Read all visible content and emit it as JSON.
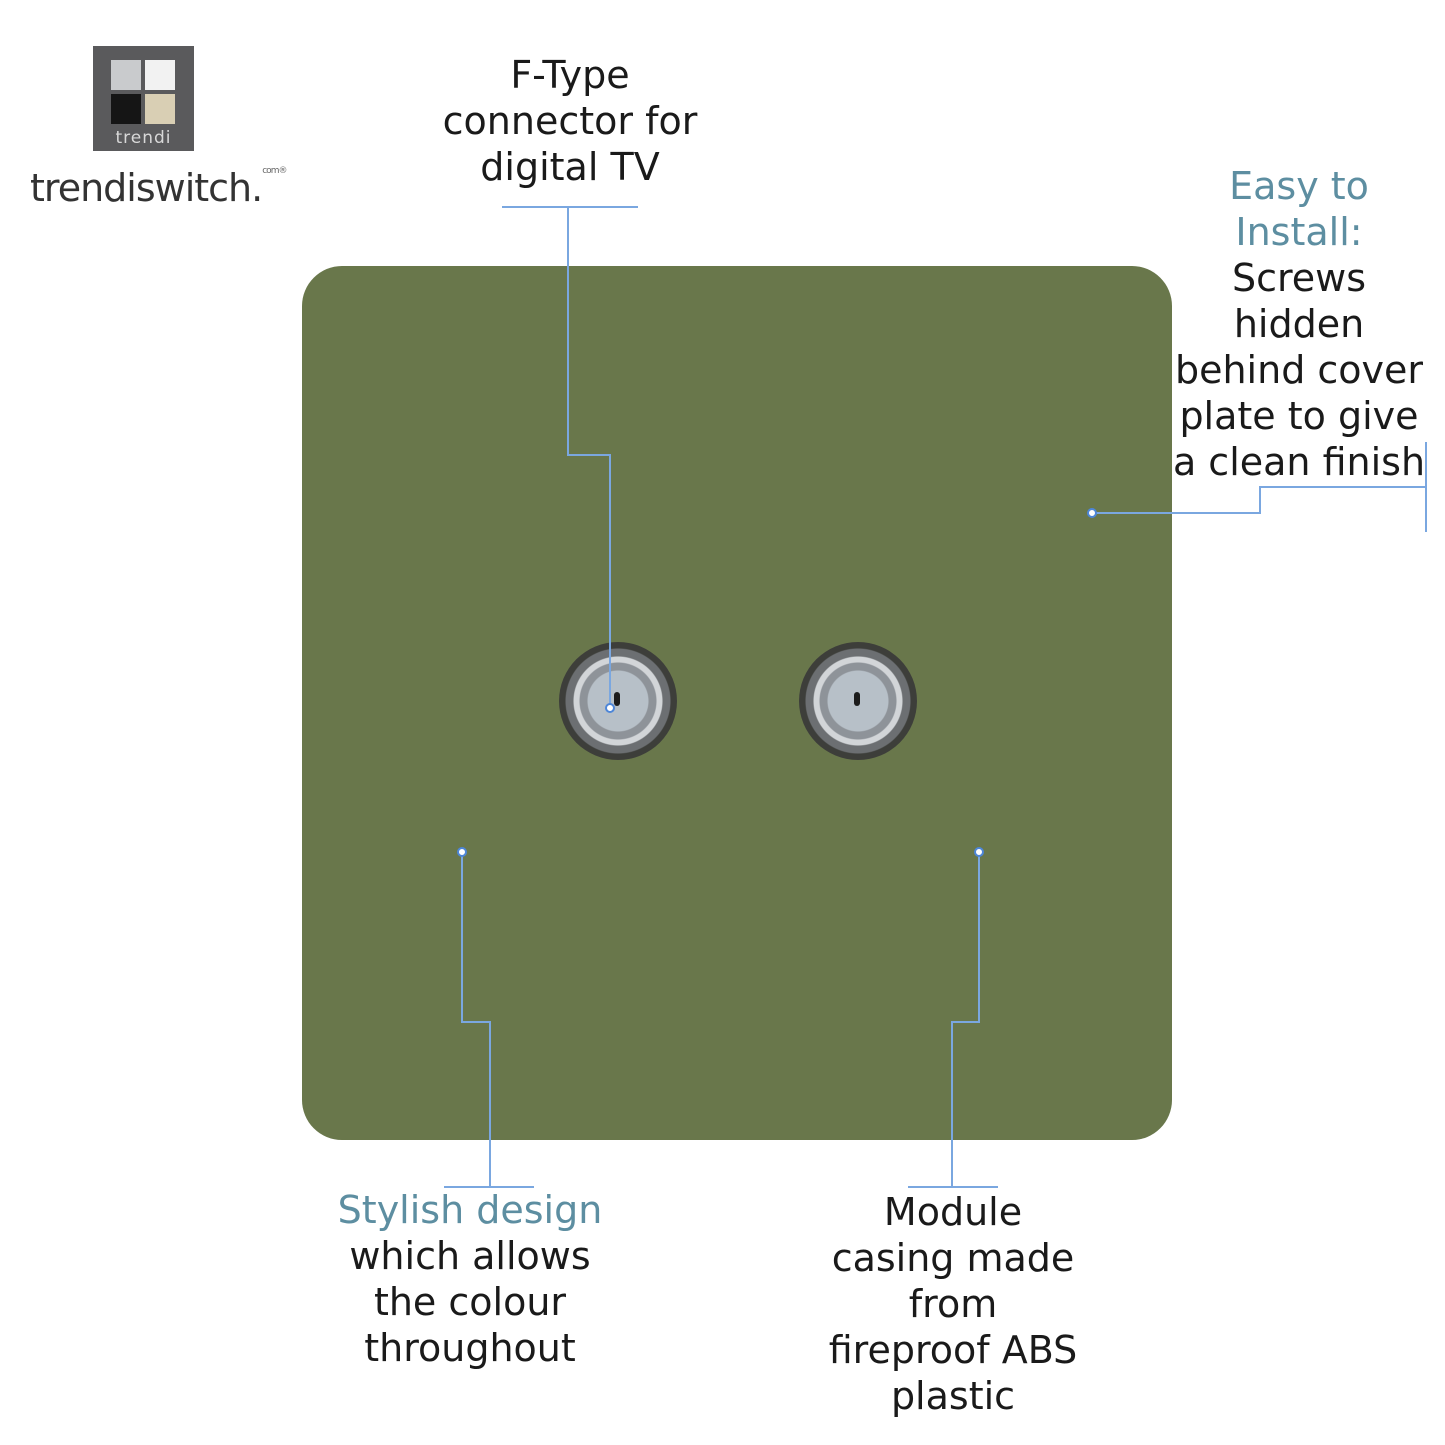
{
  "brand": {
    "logo_word": "trendi",
    "name": "trendiswitch",
    "name_suffix": ".",
    "mark": "com®"
  },
  "plate": {
    "color": "#69774b"
  },
  "callouts": {
    "connector": {
      "lines": [
        "F-Type",
        "connector for",
        "digital TV"
      ]
    },
    "install": {
      "heading_lines": [
        "Easy to",
        "Install:"
      ],
      "body_lines": [
        "Screws",
        "hidden",
        "behind cover",
        "plate to give",
        "a clean finish"
      ]
    },
    "design": {
      "heading": "Stylish design",
      "body_lines": [
        "which allows",
        "the colour",
        "throughout"
      ]
    },
    "module": {
      "lines": [
        "Module",
        "casing made",
        "from",
        "fireproof ABS",
        "plastic"
      ]
    }
  },
  "colors": {
    "accent_text": "#5d8ea1",
    "leader_line": "#7aa7e0"
  }
}
